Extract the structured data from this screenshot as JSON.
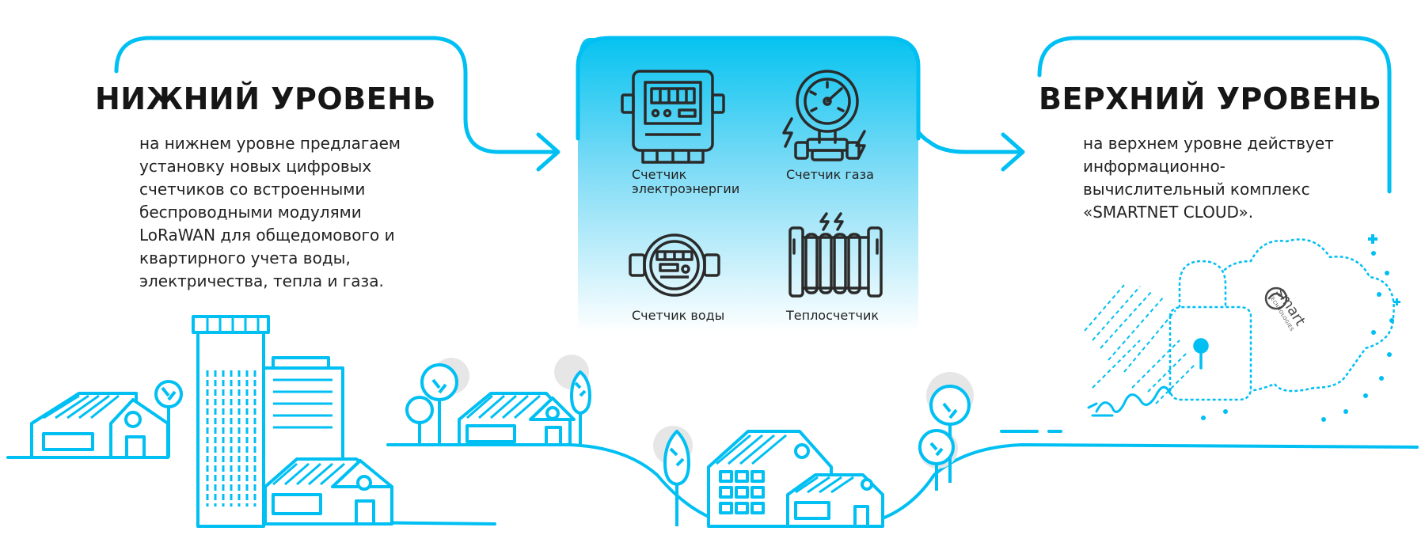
{
  "colors": {
    "accent": "#00bff3",
    "panel_top": "#06c3f0",
    "panel_bottom": "#ffffff",
    "text": "#1f1f1f",
    "shadow": "#e6e6e6"
  },
  "lower_level": {
    "title": "НИЖНИЙ УРОВЕНЬ",
    "description_lines": [
      "на нижнем уровне предлагаем",
      "установку новых цифровых",
      "счетчиков со встроенными",
      "беспроводными модулями",
      "LoRaWAN для общедомового и",
      "квартирного учета воды,",
      "электричества, тепла и газа."
    ]
  },
  "upper_level": {
    "title": "ВЕРХНИЙ УРОВЕНЬ",
    "description_lines": [
      "на верхнем уровне действует",
      "информационно-",
      "вычислительный комплекс",
      "«SMARTNET CLOUD»."
    ]
  },
  "meters": [
    {
      "icon": "electricity-meter-icon",
      "label_lines": [
        "Счетчик",
        "электроэнергии"
      ]
    },
    {
      "icon": "gas-meter-icon",
      "label_lines": [
        "Счетчик газа"
      ]
    },
    {
      "icon": "water-meter-icon",
      "label_lines": [
        "Счетчик воды"
      ]
    },
    {
      "icon": "heat-meter-icon",
      "label_lines": [
        "Теплосчетчик"
      ]
    }
  ],
  "cloud_logo": {
    "brand": "smart",
    "tagline": "TECHNOLOGIES"
  }
}
